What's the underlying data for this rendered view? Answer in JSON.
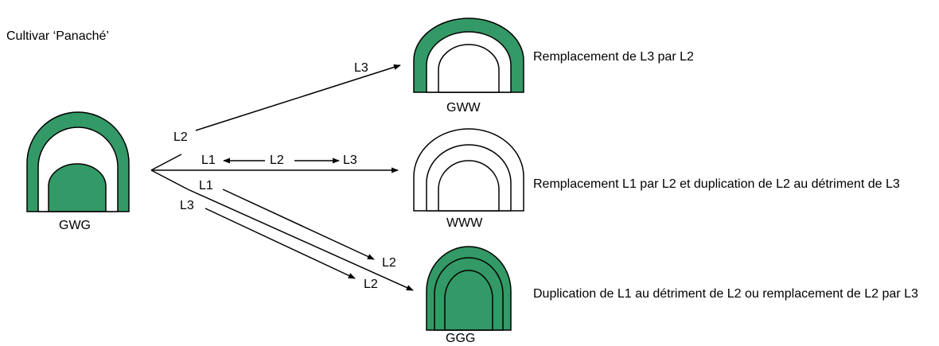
{
  "title": "Cultivar ‘Panaché’",
  "colors": {
    "green": "#339966",
    "white": "#ffffff",
    "stroke": "#000000"
  },
  "chimeras": {
    "source": {
      "name": "GWG",
      "layers": [
        "G",
        "W",
        "G"
      ]
    },
    "top": {
      "name": "GWW",
      "layers": [
        "G",
        "W",
        "W"
      ]
    },
    "middle": {
      "name": "WWW",
      "layers": [
        "W",
        "W",
        "W"
      ]
    },
    "bottom": {
      "name": "GGG",
      "layers": [
        "G",
        "G",
        "G"
      ]
    }
  },
  "arrow_labels": {
    "top_start": "L2",
    "top_end": "L3",
    "mid_l1": "L1",
    "mid_l2": "L2",
    "mid_l3": "L3",
    "low1_start": "L1",
    "low1_end": "L2",
    "low2_start": "L3",
    "low2_end": "L2"
  },
  "descriptions": {
    "top": "Remplacement de L3 par L2",
    "middle": "Remplacement L1 par L2 et duplication de L2 au détriment de L3",
    "bottom": "Duplication de L1 au détriment de L2 ou remplacement de L2 par L3"
  }
}
